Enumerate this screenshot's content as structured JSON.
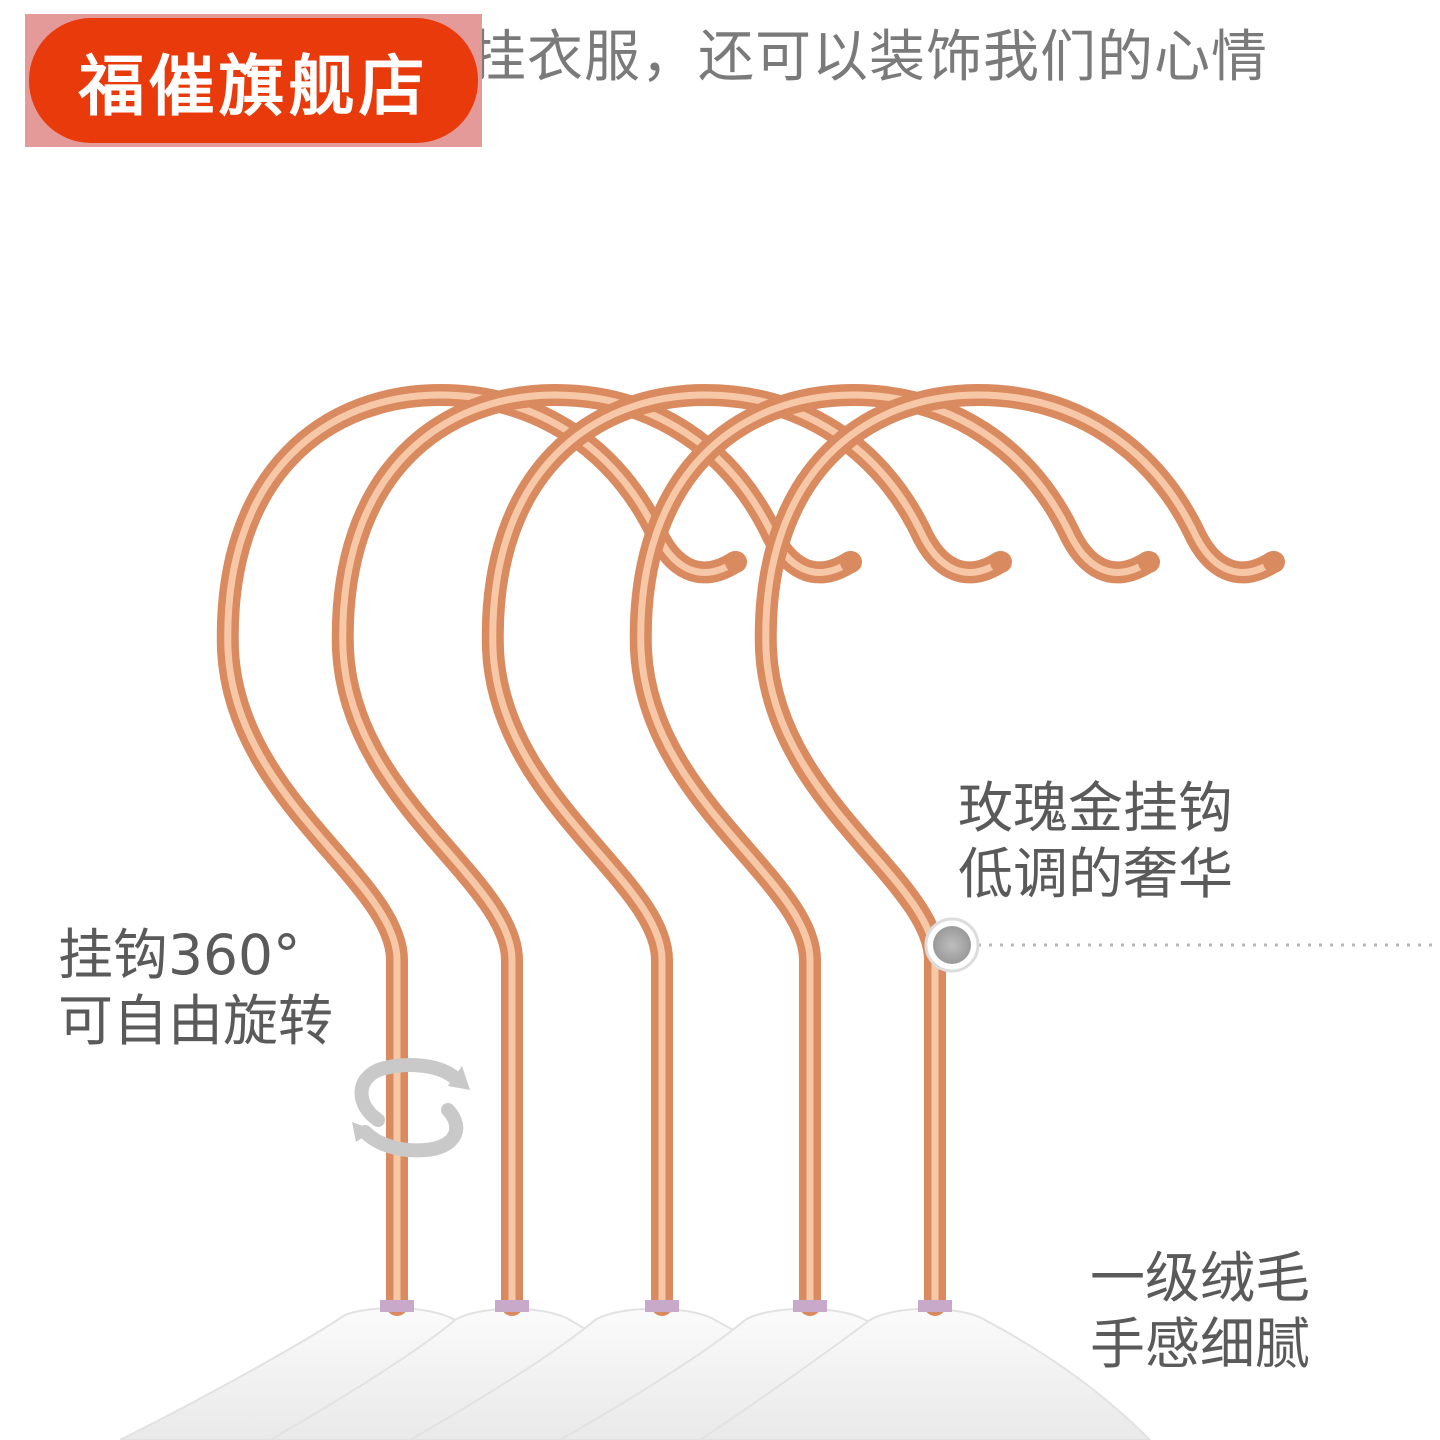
{
  "header": {
    "headline": "挂衣服，还可以装饰我们的心情",
    "store_badge": "福催旗舰店"
  },
  "callouts": {
    "rose_gold_hook": {
      "line1": "玫瑰金挂钩",
      "line2": "低调的奢华"
    },
    "rotation": {
      "line1": "挂钩360°",
      "line2": "可自由旋转"
    },
    "velvet": {
      "line1": "一级绒毛",
      "line2": "手感细腻"
    }
  },
  "colors": {
    "hook_rose_gold": "#d98a5f",
    "hook_highlight": "#f7c8a8",
    "badge_red": "#e83a0a",
    "velvet_white": "#f4f4f4",
    "text_gray": "#5a5a5a"
  },
  "icons": [
    "rotate-arrows-icon",
    "marker-dot-icon"
  ],
  "hook_count": 5
}
